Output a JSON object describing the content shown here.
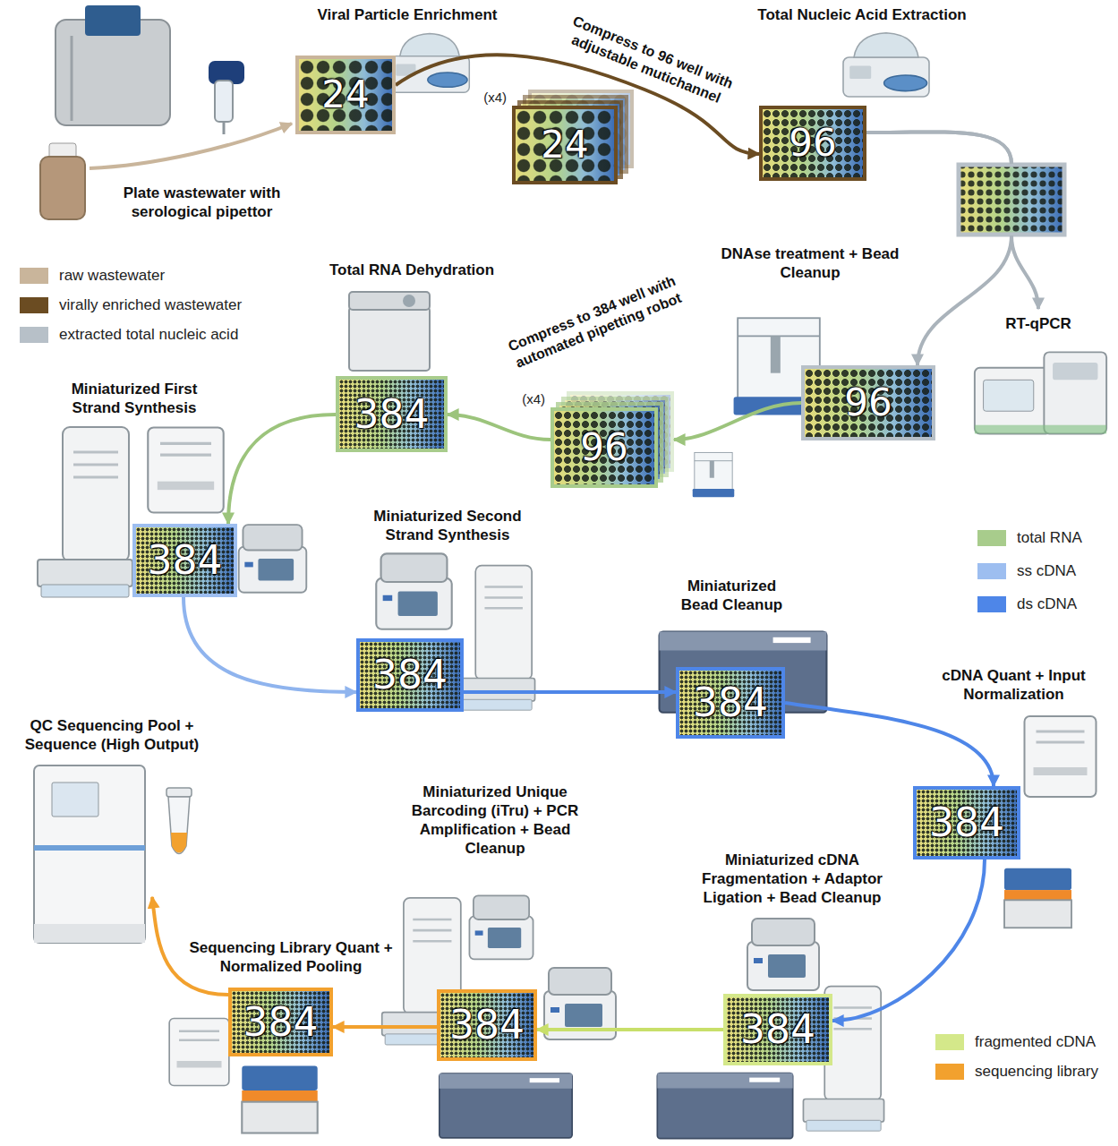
{
  "diagram": {
    "nodes": [
      {
        "text": [
          "Viral Particle Enrichment",
          "24"
        ]
      },
      {
        "text": [
          "(x4)",
          "24"
        ]
      },
      {
        "text": [
          "Total Nucleic Acid Extraction",
          "96"
        ]
      },
      {
        "text": [
          "DNAse treatment + Bead Cleanup",
          "96"
        ]
      },
      {
        "text": [
          "RT-qPCR"
        ]
      },
      {
        "text": [
          "(x4)",
          "96"
        ]
      },
      {
        "text": [
          "Total RNA Dehydration",
          "384"
        ]
      },
      {
        "text": [
          "Miniaturized First Strand Synthesis",
          "384"
        ]
      },
      {
        "text": [
          "Miniaturized Second Strand Synthesis",
          "384"
        ]
      },
      {
        "text": [
          "Miniaturized Bead Cleanup",
          "384"
        ]
      },
      {
        "text": [
          "cDNA Quant + Input Normalization",
          "384"
        ]
      },
      {
        "text": [
          "Miniaturized cDNA Fragmentation + Adaptor Ligation + Bead Cleanup",
          "384"
        ]
      },
      {
        "text": [
          "Miniaturized Unique Barcoding (iTru) + PCR Amplification + Bead Cleanup",
          "384"
        ]
      },
      {
        "text": [
          "Sequencing Library Quant + Normalized Pooling",
          "384"
        ]
      },
      {
        "text": [
          "QC Sequencing Pool + Sequence (High Output)"
        ]
      }
    ],
    "edges": [
      {
        "from": 0,
        "to": 2,
        "arrow": "to",
        "label": "Compress to 96 well with adjustable mutichannel"
      },
      {
        "from": 2,
        "to": 3,
        "arrow": "to"
      },
      {
        "from": 2,
        "to": 4,
        "arrow": "to"
      },
      {
        "from": 3,
        "to": 5,
        "arrow": "to",
        "label": "Compress to 384 well with automated pipetting robot"
      },
      {
        "from": 5,
        "to": 6,
        "arrow": "to"
      },
      {
        "from": 6,
        "to": 7,
        "arrow": "to"
      },
      {
        "from": 7,
        "to": 8,
        "arrow": "to"
      },
      {
        "from": 8,
        "to": 9,
        "arrow": "to"
      },
      {
        "from": 9,
        "to": 10,
        "arrow": "to"
      },
      {
        "from": 10,
        "to": 11,
        "arrow": "to"
      },
      {
        "from": 11,
        "to": 12,
        "arrow": "to"
      },
      {
        "from": 12,
        "to": 13,
        "arrow": "to"
      },
      {
        "from": 13,
        "to": 14,
        "arrow": "to"
      }
    ],
    "labels": [
      "Plate wastewater with serological pipettor"
    ],
    "legend": [
      {
        "text": "raw wastewater",
        "color": "#c9b59b"
      },
      {
        "text": "virally enriched wastewater",
        "color": "#6b4c22"
      },
      {
        "text": "extracted total nucleic acid",
        "color": "#b7c0c8"
      },
      {
        "text": "total RNA",
        "color": "#a8cc8c"
      },
      {
        "text": "ss cDNA",
        "color": "#9dbef0"
      },
      {
        "text": "ds cDNA",
        "color": "#4e86e8"
      },
      {
        "text": "fragmented cDNA",
        "color": "#d4e88a"
      },
      {
        "text": "sequencing library",
        "color": "#f2a12e"
      }
    ]
  }
}
